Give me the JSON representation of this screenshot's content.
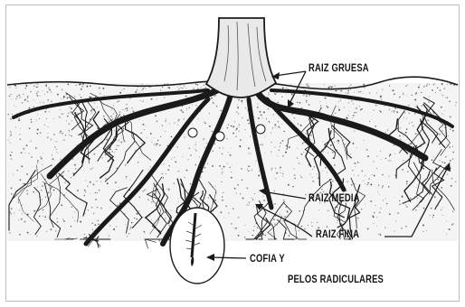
{
  "labels": {
    "raiz_gruesa": "RAIZ GRUESA",
    "raiz_media": "RAIZ MEDIA",
    "raiz_fina": "RAIZ FINA",
    "cofia_line1": "COFIA Y",
    "cofia_line2": "PELOS RADICULARES"
  },
  "colors": {
    "ink": "#1a1a1a",
    "soil": "#2b2b2b",
    "paper": "#ffffff"
  }
}
